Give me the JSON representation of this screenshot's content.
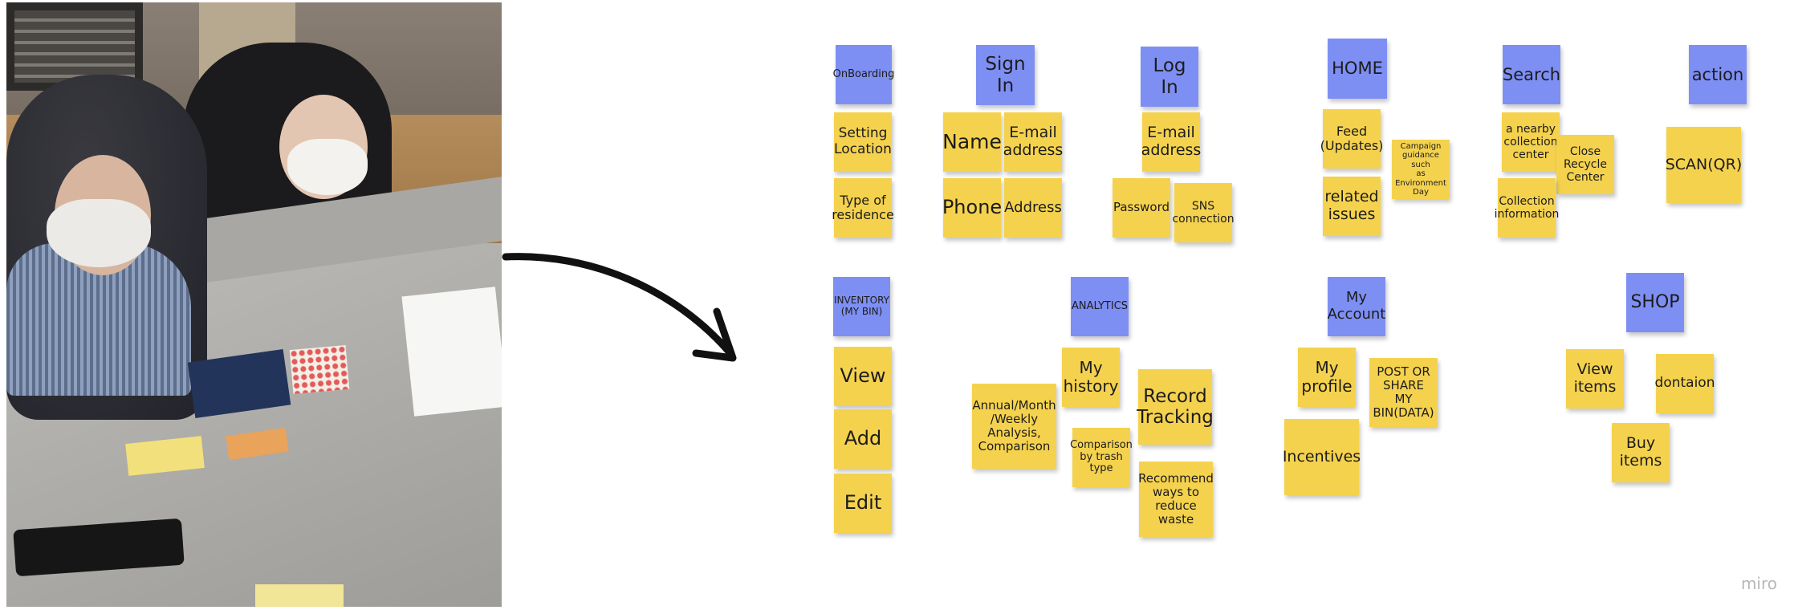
{
  "board": {
    "notes": {
      "onboarding": "OnBoarding",
      "sign_in": "Sign In",
      "log_in": "Log In",
      "home": "HOME",
      "search": "Search",
      "action": "action",
      "setting_location": "Setting\nLocation",
      "type_of_residence": "Type of\nresidence",
      "name": "Name",
      "email_signin": "E-mail\naddress",
      "phone": "Phone",
      "address": "Address",
      "email_login": "E-mail\naddress",
      "password": "Password",
      "sns_connection": "SNS\nconnection",
      "feed": "Feed\n(Updates)",
      "campaign": "Campaign\nguidance such\nas Environment\nDay",
      "related_issues": "related\nissues",
      "nearby_center": "a nearby\ncollection\ncenter",
      "close_recycle": "Close\nRecycle\nCenter",
      "collection_info": "Collection\ninformation",
      "scan_qr": "SCAN(QR)",
      "inventory": "INVENTORY\n(MY BIN)",
      "view": "View",
      "add": "Add",
      "edit": "Edit",
      "analytics": "ANALYTICS",
      "my_history": "My\nhistory",
      "annual_analysis": "Annual/Month\n/Weekly\nAnalysis,\nComparison",
      "record_tracking": "Record\nTracking",
      "comparison_trash": "Comparison\nby trash\ntype",
      "recommend": "Recommend\nways to\nreduce waste",
      "my_account": "My\nAccount",
      "my_profile": "My\nprofile",
      "post_share": "POST OR\nSHARE MY\nBIN(DATA)",
      "incentives": "Incentives",
      "shop": "SHOP",
      "view_items": "View\nitems",
      "donation": "dontaion",
      "buy_items": "Buy\nitems"
    },
    "colors": {
      "category_note": "#7e8ff3",
      "item_note": "#f5d24e"
    }
  },
  "watermark": "miro"
}
